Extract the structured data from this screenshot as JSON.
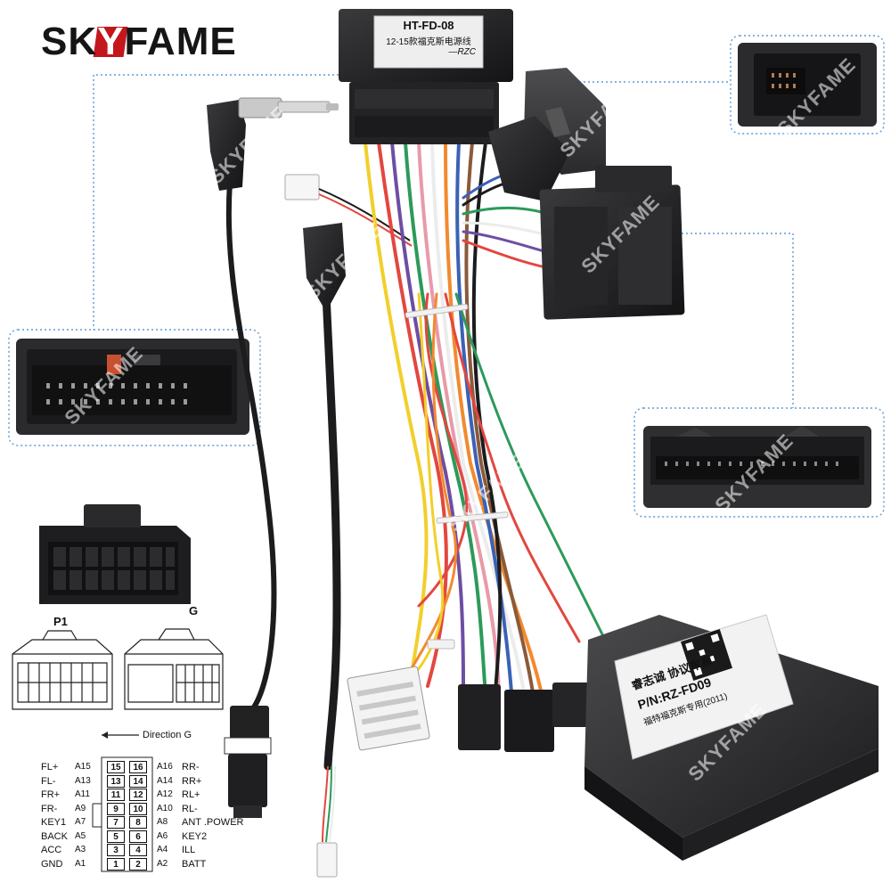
{
  "brand": {
    "prefix": "SK",
    "y": "Y",
    "suffix": "FAME"
  },
  "watermark": "SKYFAME",
  "top_connector_label": {
    "line1": "HT-FD-08",
    "line2": "12-15款福克斯电源线",
    "line3": "—RZC"
  },
  "canbus_label": {
    "title": "睿志诚 协议车系",
    "part": "P/N:RZ-FD09",
    "line3": "福特福克斯专用(2011)"
  },
  "diagram": {
    "p1": "P1",
    "g": "G",
    "direction": "Direction G",
    "rows": [
      {
        "lf": "FL+",
        "lc": "A15",
        "l": "15",
        "r": "16",
        "rc": "A16",
        "rf": "RR-"
      },
      {
        "lf": "FL-",
        "lc": "A13",
        "l": "13",
        "r": "14",
        "rc": "A14",
        "rf": "RR+"
      },
      {
        "lf": "FR+",
        "lc": "A11",
        "l": "11",
        "r": "12",
        "rc": "A12",
        "rf": "RL+"
      },
      {
        "lf": "FR-",
        "lc": "A9",
        "l": "9",
        "r": "10",
        "rc": "A10",
        "rf": "RL-"
      },
      {
        "lf": "KEY1",
        "lc": "A7",
        "l": "7",
        "r": "8",
        "rc": "A8",
        "rf": "ANT .POWER"
      },
      {
        "lf": "BACK",
        "lc": "A5",
        "l": "5",
        "r": "6",
        "rc": "A6",
        "rf": "KEY2"
      },
      {
        "lf": "ACC",
        "lc": "A3",
        "l": "3",
        "r": "4",
        "rc": "A4",
        "rf": "ILL"
      },
      {
        "lf": "GND",
        "lc": "A1",
        "l": "1",
        "r": "2",
        "rc": "A2",
        "rf": "BATT"
      }
    ]
  },
  "colors": {
    "brand_red": "#c4161c",
    "connector_black": "#1f1f21",
    "dotted_blue": "#5b9bd5",
    "wire_red": "#e2473f",
    "wire_orange": "#f18a2f",
    "wire_yellow": "#f2cf2a",
    "wire_green": "#2c9a5a",
    "wire_purple": "#6d4ea3",
    "wire_pink": "#e89aa8",
    "wire_white": "#ececec",
    "wire_brown": "#8b5a3a",
    "wire_blue": "#3a62b5"
  },
  "icons": [
    "antenna-plug-icon",
    "usb-plug-icon",
    "connector-icon",
    "canbus-box-icon"
  ]
}
